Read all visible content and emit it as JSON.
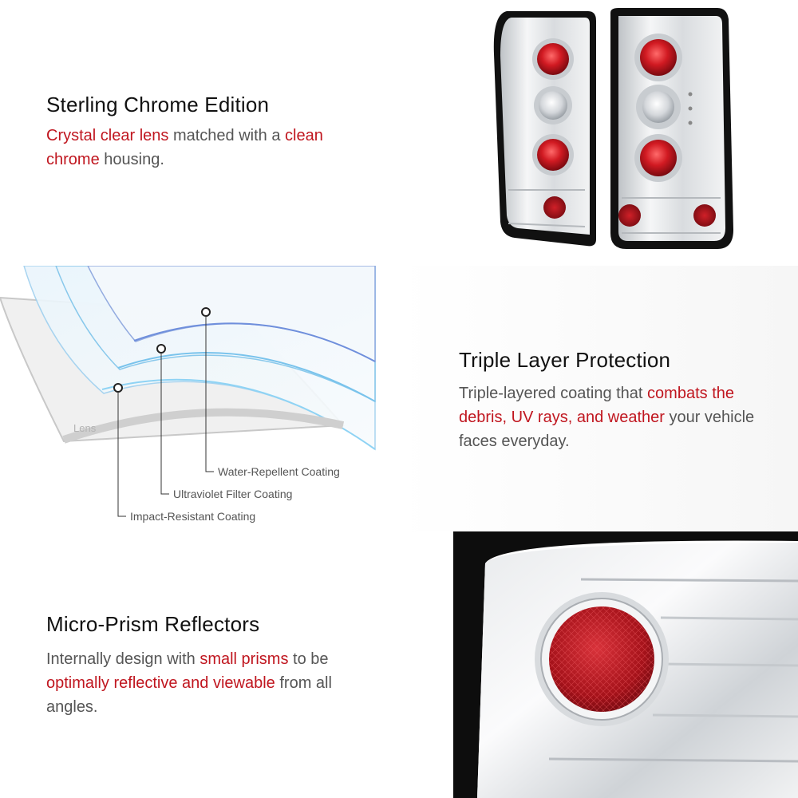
{
  "section1": {
    "title": "Sterling Chrome Edition",
    "desc_hl1": "Crystal clear lens",
    "desc_t1": " matched with a ",
    "desc_hl2": "clean chrome",
    "desc_t2": " housing."
  },
  "section2": {
    "title": "Triple Layer Protection",
    "desc_t1": "Triple-layered coating that ",
    "desc_hl1": "combats the debris, UV rays, and weather",
    "desc_t2": " your vehicle faces everyday.",
    "diagram": {
      "lens_label": "Lens",
      "coatings": [
        "Water-Repellent Coating",
        "Ultraviolet Filter Coating",
        "Impact-Resistant Coating"
      ]
    }
  },
  "section3": {
    "title": "Micro-Prism Reflectors",
    "desc_t1": "Internally design with ",
    "desc_hl1": "small prisms",
    "desc_t2": " to be ",
    "desc_hl2": "optimally reflective and viewable",
    "desc_t3": " from all angles."
  },
  "colors": {
    "highlight": "#c0161f",
    "title": "#111111",
    "body": "#555555"
  }
}
